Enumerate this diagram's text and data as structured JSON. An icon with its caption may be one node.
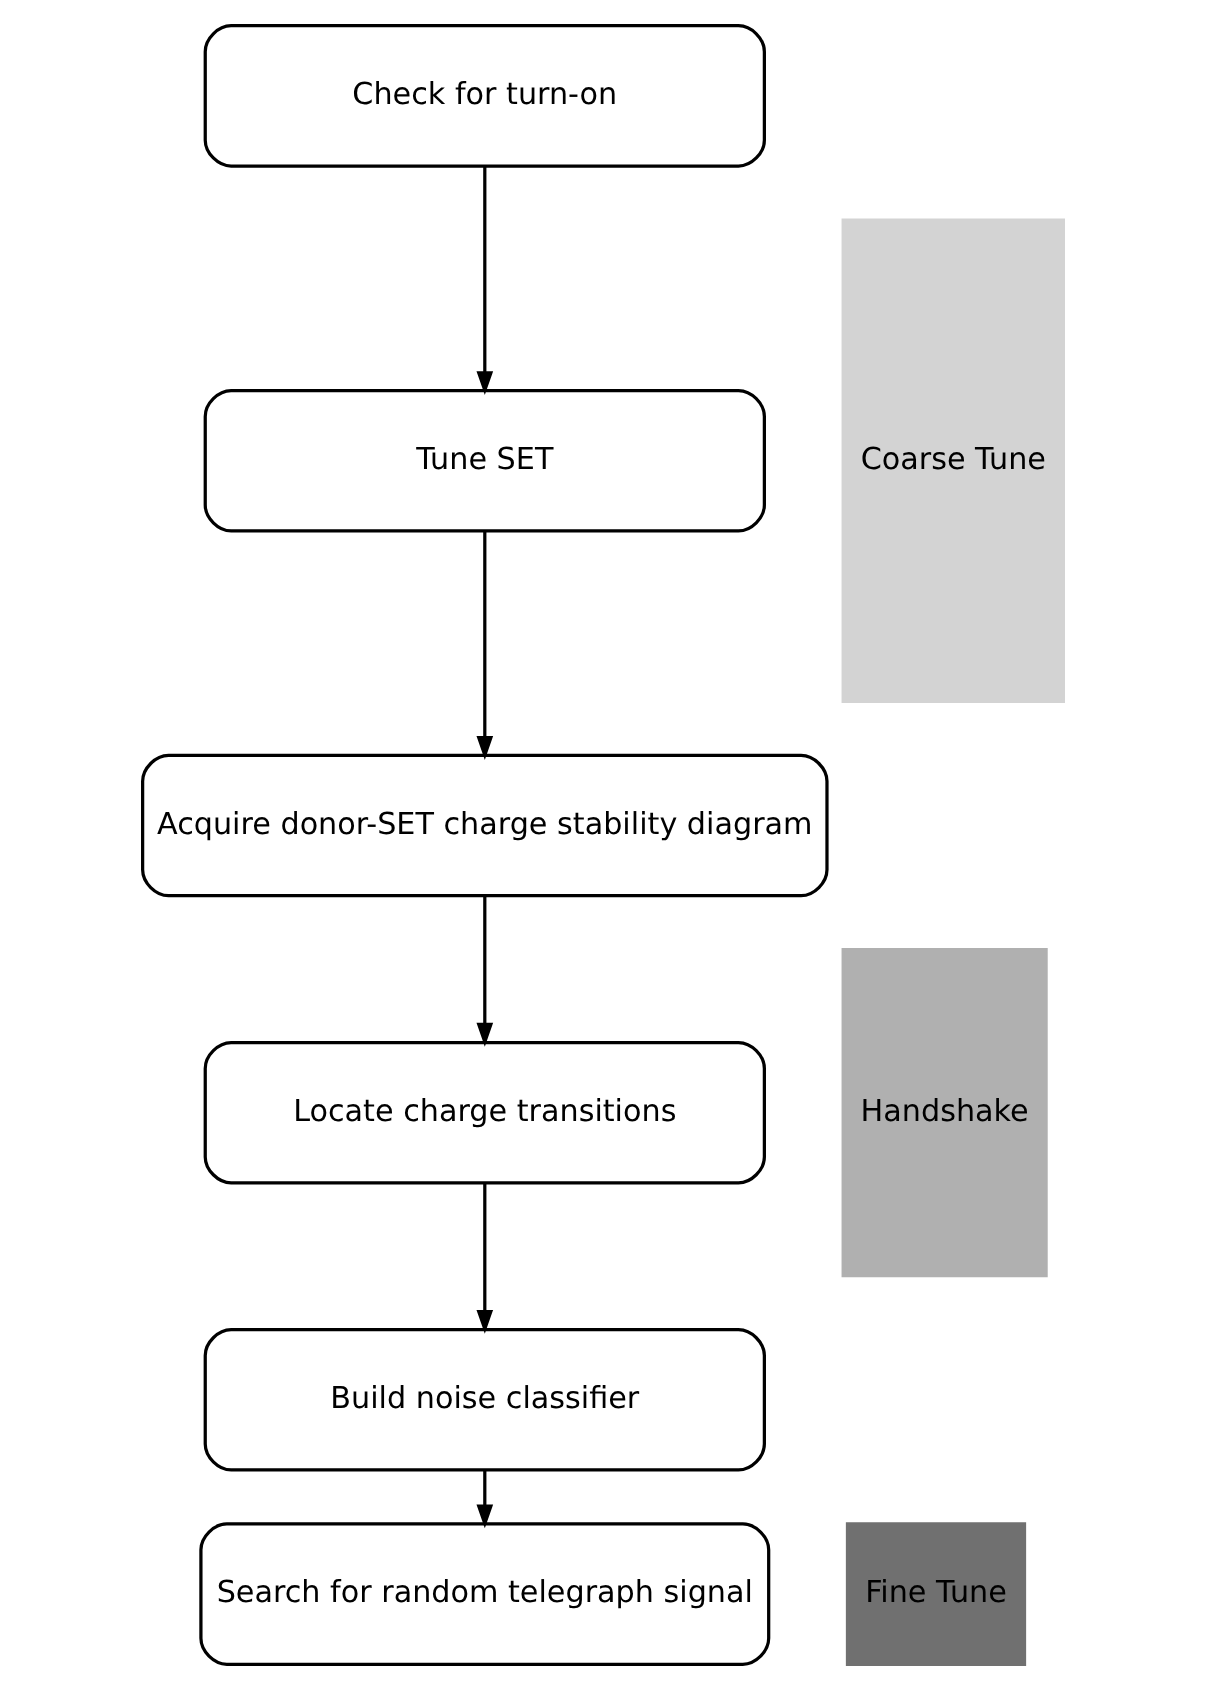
{
  "diagram": {
    "nodes": [
      {
        "text": [
          "Check for turn-on"
        ]
      },
      {
        "text": [
          "Tune SET"
        ]
      },
      {
        "text": [
          "Acquire donor-SET charge stability diagram"
        ]
      },
      {
        "text": [
          "Locate charge transitions"
        ]
      },
      {
        "text": [
          "Build noise classifier"
        ]
      },
      {
        "text": [
          "Search for random telegraph signal"
        ]
      },
      {
        "text": [
          "Coarse Tune"
        ]
      },
      {
        "text": [
          "Handshake"
        ]
      },
      {
        "text": [
          "Fine Tune"
        ]
      }
    ],
    "edges": [
      {
        "from": 0,
        "to": 1,
        "arrow": "to"
      },
      {
        "from": 1,
        "to": 2,
        "arrow": "to"
      },
      {
        "from": 2,
        "to": 3,
        "arrow": "to"
      },
      {
        "from": 3,
        "to": 4,
        "arrow": "to"
      },
      {
        "from": 4,
        "to": 5,
        "arrow": "to"
      }
    ]
  }
}
